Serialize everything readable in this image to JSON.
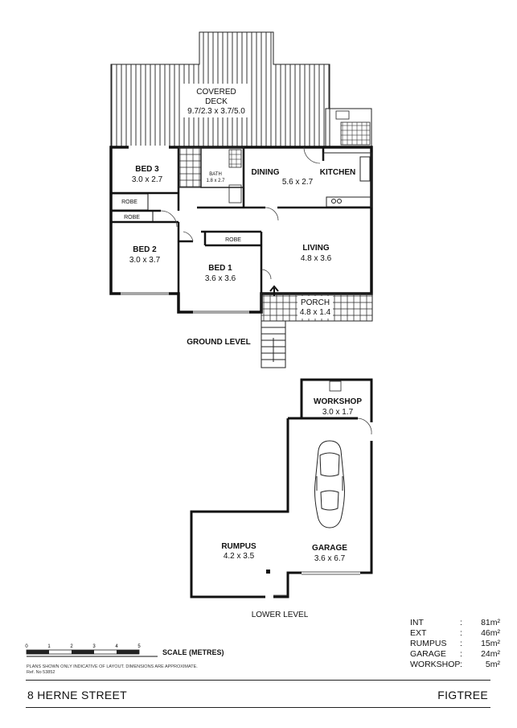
{
  "plan": {
    "ground_level_label": "GROUND LEVEL",
    "lower_level_label": "LOWER LEVEL",
    "rooms": {
      "covered_deck": {
        "name_line1": "COVERED",
        "name_line2": "DECK",
        "dims": "9.7/2.3 x 3.7/5.0"
      },
      "bed3": {
        "name": "BED 3",
        "dims": "3.0 x 2.7"
      },
      "bath": {
        "name": "BATH",
        "dims": "1.8 x 2.7"
      },
      "dining": {
        "name": "DINING",
        "dims": "5.6 x 2.7"
      },
      "kitchen": {
        "name": "KITCHEN"
      },
      "robe_bed3": {
        "name": "ROBE"
      },
      "robe_bed2": {
        "name": "ROBE"
      },
      "bed2": {
        "name": "BED 2",
        "dims": "3.0 x 3.7"
      },
      "robe_bed1": {
        "name": "ROBE"
      },
      "bed1": {
        "name": "BED 1",
        "dims": "3.6 x 3.6"
      },
      "living": {
        "name": "LIVING",
        "dims": "4.8 x 3.6"
      },
      "porch": {
        "name": "PORCH",
        "dims": "4.8 x 1.4"
      },
      "workshop": {
        "name": "WORKSHOP",
        "dims": "3.0 x 1.7"
      },
      "rumpus": {
        "name": "RUMPUS",
        "dims": "4.2 x 3.5"
      },
      "garage": {
        "name": "GARAGE",
        "dims": "3.6 x 6.7"
      }
    }
  },
  "areas": [
    {
      "label": "INT",
      "value": "81m²"
    },
    {
      "label": "EXT",
      "value": "46m²"
    },
    {
      "label": "RUMPUS",
      "value": "15m²"
    },
    {
      "label": "GARAGE",
      "value": "24m²"
    },
    {
      "label": "WORKSHOP",
      "value": "5m²"
    }
  ],
  "scale": {
    "title": "SCALE (METRES)",
    "ticks": [
      "0",
      "1",
      "2",
      "3",
      "4",
      "5"
    ]
  },
  "disclaimer": {
    "line1": "PLANS SHOWN ONLY INDICATIVE OF LAYOUT.  DIMENSIONS ARE APPROXIMATE.",
    "line2": "Ref. No 53852"
  },
  "footer": {
    "address": "8 HERNE STREET",
    "suburb": "FIGTREE"
  }
}
